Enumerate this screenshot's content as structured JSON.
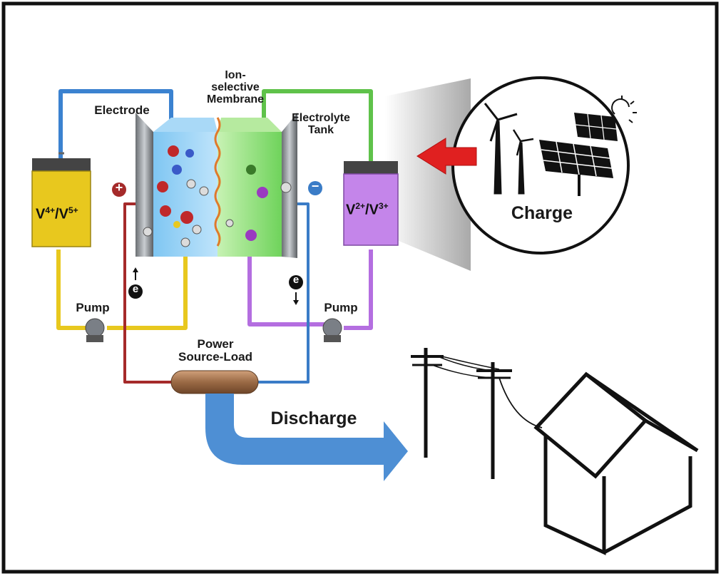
{
  "labels": {
    "electrode": "Electrode",
    "membrane_line1": "Ion-",
    "membrane_line2": "selective",
    "membrane_line3": "Membrane",
    "tank_line1": "Electrolyte",
    "tank_line2": "Tank",
    "pump_left": "Pump",
    "pump_right": "Pump",
    "power_line1": "Power",
    "power_line2": "Source-Load",
    "charge": "Charge",
    "discharge": "Discharge",
    "electron": "e"
  },
  "tanks": {
    "left": {
      "base1": "V",
      "sup1": "4+",
      "slash": "/",
      "base2": "V",
      "sup2": "5+"
    },
    "right": {
      "base1": "V",
      "sup1": "2+",
      "slash": "/",
      "base2": "V",
      "sup2": "3+"
    }
  },
  "terminals": {
    "positive": "+",
    "negative": "−"
  },
  "colors": {
    "positive_wire": "#a52a2a",
    "negative_wire": "#3a7cc7",
    "electrolyte_yellow": "#e8c81e",
    "electrolyte_purple": "#b46ee0",
    "pipe_green": "#5fc24a",
    "discharge_arrow": "#4e8fd4",
    "charge_arrow": "#e02020"
  }
}
